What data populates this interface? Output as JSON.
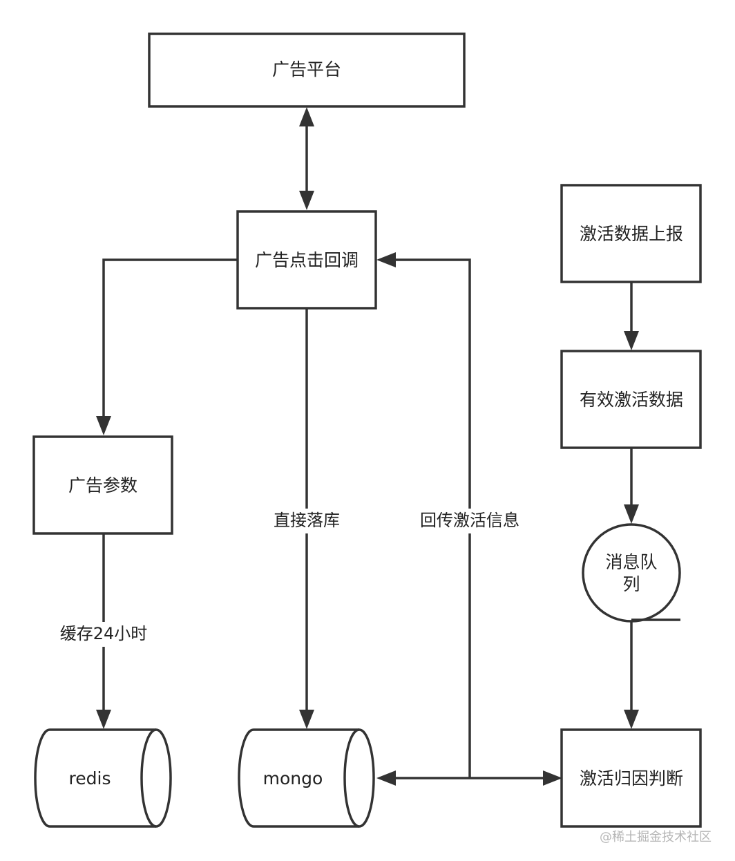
{
  "nodes": {
    "ad_platform": "广告平台",
    "ad_click_callback": "广告点击回调",
    "ad_params": "广告参数",
    "activation_report": "激活数据上报",
    "valid_activation": "有效激活数据",
    "message_queue_line1": "消息队",
    "message_queue_line2": "列",
    "attribution_judgment": "激活归因判断",
    "redis": "redis",
    "mongo": "mongo"
  },
  "edges": {
    "cache_24h": "缓存24小时",
    "direct_store": "直接落库",
    "callback_activation": "回传激活信息"
  },
  "watermark": "@稀土掘金技术社区"
}
